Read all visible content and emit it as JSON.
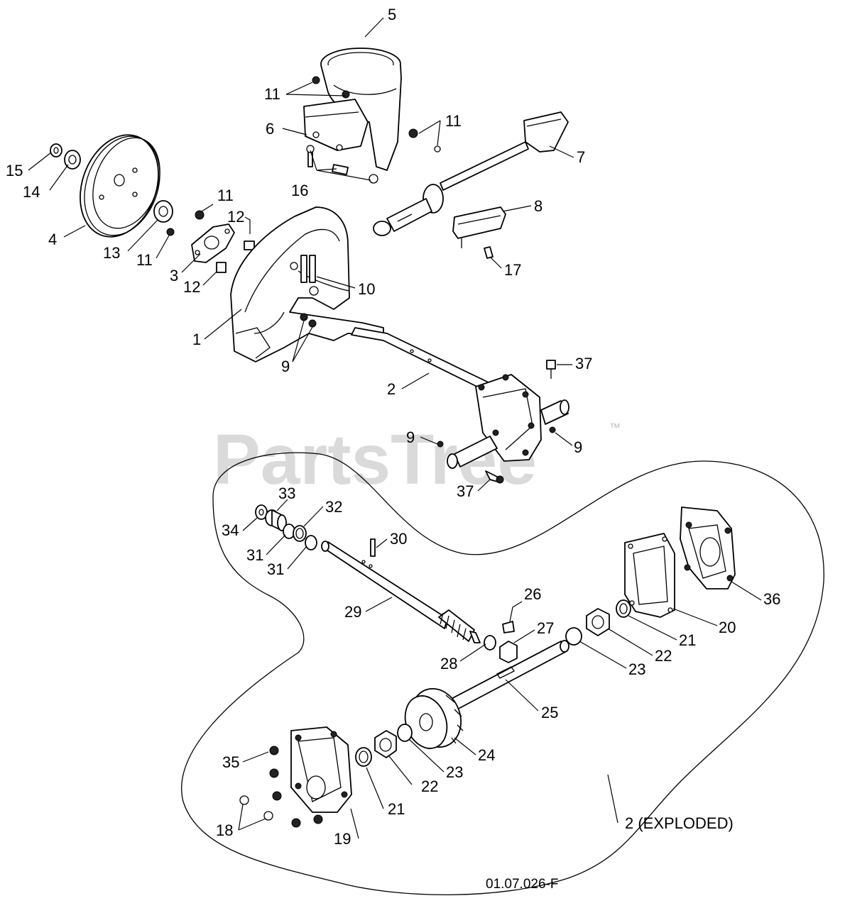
{
  "watermark": {
    "brand": "PartsTree",
    "trademark": "™"
  },
  "reference_code": "01.07.026-F",
  "exploded_caption": "2 (EXPLODED)",
  "callouts": [
    {
      "id": "c5",
      "text": "5"
    },
    {
      "id": "c11a",
      "text": "11"
    },
    {
      "id": "c11b",
      "text": "11"
    },
    {
      "id": "c6",
      "text": "6"
    },
    {
      "id": "c7",
      "text": "7"
    },
    {
      "id": "c15",
      "text": "15"
    },
    {
      "id": "c14",
      "text": "14"
    },
    {
      "id": "c16",
      "text": "16"
    },
    {
      "id": "c11c",
      "text": "11"
    },
    {
      "id": "c12a",
      "text": "12"
    },
    {
      "id": "c8",
      "text": "8"
    },
    {
      "id": "c4",
      "text": "4"
    },
    {
      "id": "c13",
      "text": "13"
    },
    {
      "id": "c11d",
      "text": "11"
    },
    {
      "id": "c3",
      "text": "3"
    },
    {
      "id": "c12b",
      "text": "12"
    },
    {
      "id": "c17",
      "text": "17"
    },
    {
      "id": "c10",
      "text": "10"
    },
    {
      "id": "c1",
      "text": "1"
    },
    {
      "id": "c9a",
      "text": "9"
    },
    {
      "id": "c37a",
      "text": "37"
    },
    {
      "id": "c2",
      "text": "2"
    },
    {
      "id": "c9b",
      "text": "9"
    },
    {
      "id": "c9c",
      "text": "9"
    },
    {
      "id": "c37b",
      "text": "37"
    },
    {
      "id": "c33",
      "text": "33"
    },
    {
      "id": "c32",
      "text": "32"
    },
    {
      "id": "c34",
      "text": "34"
    },
    {
      "id": "c30",
      "text": "30"
    },
    {
      "id": "c31a",
      "text": "31"
    },
    {
      "id": "c31b",
      "text": "31"
    },
    {
      "id": "c36",
      "text": "36"
    },
    {
      "id": "c26",
      "text": "26"
    },
    {
      "id": "c29",
      "text": "29"
    },
    {
      "id": "c20",
      "text": "20"
    },
    {
      "id": "c27",
      "text": "27"
    },
    {
      "id": "c21a",
      "text": "21"
    },
    {
      "id": "c22a",
      "text": "22"
    },
    {
      "id": "c28",
      "text": "28"
    },
    {
      "id": "c23a",
      "text": "23"
    },
    {
      "id": "c25",
      "text": "25"
    },
    {
      "id": "c24",
      "text": "24"
    },
    {
      "id": "c23b",
      "text": "23"
    },
    {
      "id": "c35",
      "text": "35"
    },
    {
      "id": "c22b",
      "text": "22"
    },
    {
      "id": "c21b",
      "text": "21"
    },
    {
      "id": "c18",
      "text": "18"
    },
    {
      "id": "c19",
      "text": "19"
    }
  ]
}
